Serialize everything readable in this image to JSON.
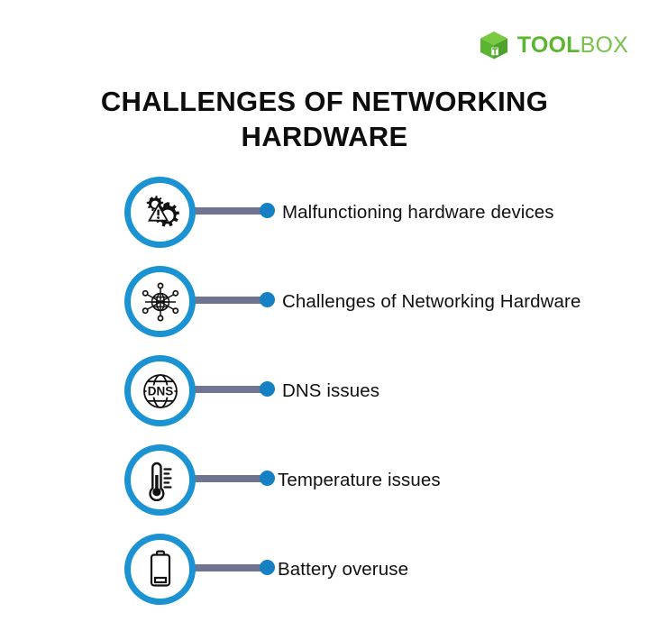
{
  "brand": {
    "logo_icon": "green-cube-logo",
    "name_bold": "TOOL",
    "name_light": "BOX",
    "colors": {
      "cube_light": "#7ac943",
      "cube_mid": "#5cb531",
      "cube_dark": "#4da32a",
      "text_bold": "#5cb531",
      "text_light": "#79c14e"
    }
  },
  "title": "CHALLENGES OF NETWORKING HARDWARE",
  "theme": {
    "ring": "#1b92d1",
    "connector": "#6f7590",
    "bullet": "#1580c4",
    "icon": "#111111",
    "background": "#ffffff",
    "title_color": "#0d0d0d"
  },
  "items": [
    {
      "icon": "gears-warning-icon",
      "label": "Malfunctioning hardware devices"
    },
    {
      "icon": "network-globe-nodes-icon",
      "label": "Challenges of Networking Hardware"
    },
    {
      "icon": "dns-globe-icon",
      "icon_text": "DNS",
      "label": "DNS issues"
    },
    {
      "icon": "thermometer-icon",
      "label": "Temperature issues"
    },
    {
      "icon": "battery-low-icon",
      "label": "Battery overuse"
    }
  ]
}
